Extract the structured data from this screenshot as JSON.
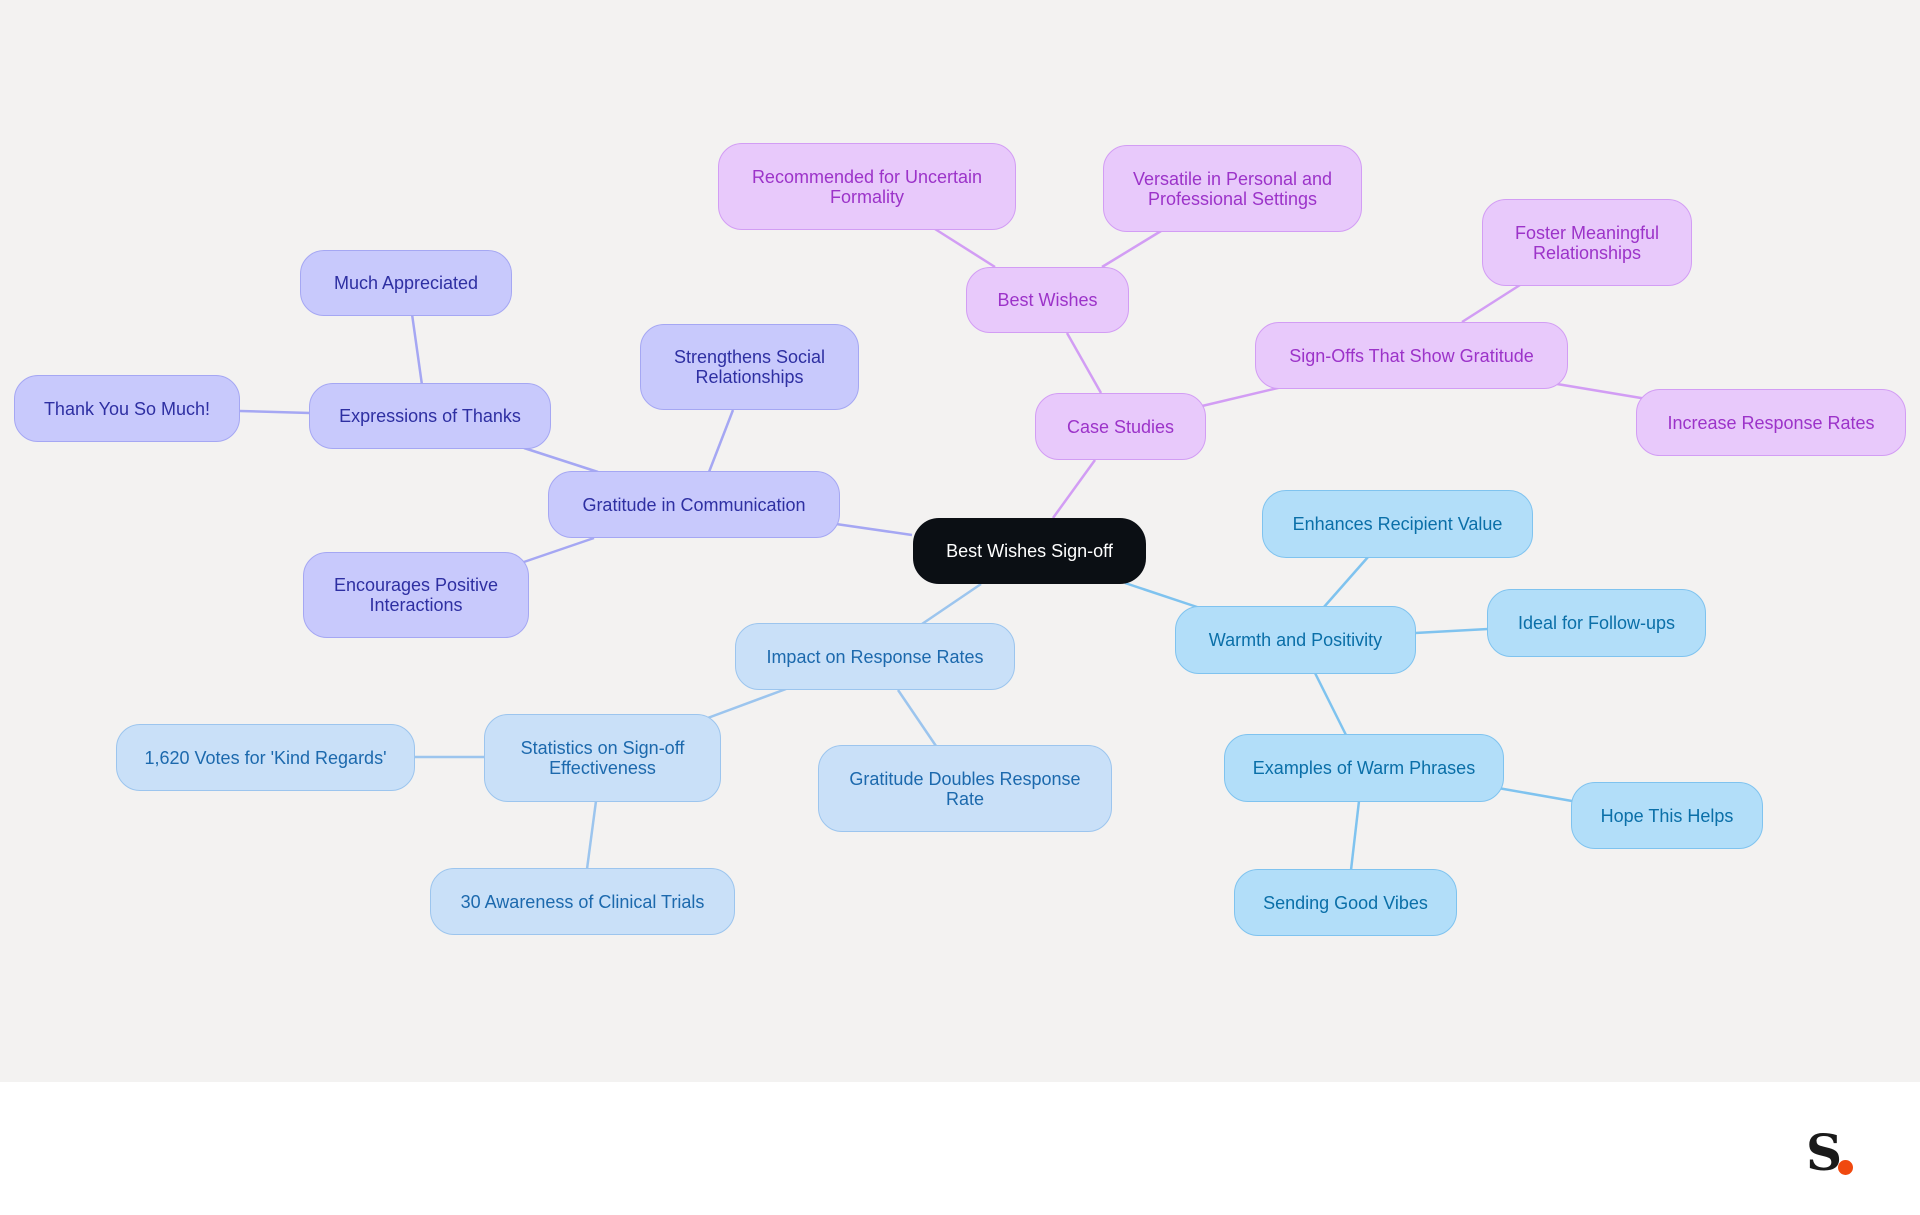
{
  "mindmap": {
    "root": "Best Wishes Sign-off",
    "branches": [
      {
        "label": "Gratitude in Communication",
        "children": [
          {
            "label": "Expressions of Thanks",
            "children": [
              "Much Appreciated",
              "Thank You So Much!"
            ]
          },
          {
            "label": "Strengthens Social Relationships"
          },
          {
            "label": "Encourages Positive Interactions"
          }
        ]
      },
      {
        "label": "Case Studies",
        "children": [
          {
            "label": "Best Wishes",
            "children": [
              "Recommended for Uncertain Formality",
              "Versatile in Personal and Professional Settings"
            ]
          },
          {
            "label": "Sign-Offs That Show Gratitude",
            "children": [
              "Foster Meaningful Relationships",
              "Increase Response Rates"
            ]
          }
        ]
      },
      {
        "label": "Warmth and Positivity",
        "children": [
          {
            "label": "Enhances Recipient Value"
          },
          {
            "label": "Ideal for Follow-ups"
          },
          {
            "label": "Examples of Warm Phrases",
            "children": [
              "Hope This Helps",
              "Sending Good Vibes"
            ]
          }
        ]
      },
      {
        "label": "Impact on Response Rates",
        "children": [
          {
            "label": "Statistics on Sign-off Effectiveness",
            "children": [
              "1,620 Votes for 'Kind Regards'",
              "30 Awareness of Clinical Trials"
            ]
          },
          {
            "label": "Gratitude Doubles Response Rate"
          }
        ]
      }
    ]
  },
  "branding": {
    "logo_text": "S",
    "logo_icon": "s-dot-logo-icon",
    "logo_accent_color": "#f0490f"
  },
  "colors": {
    "canvas": "#f3f2f1",
    "root": "#0b0f14",
    "gratitude_branch": "#c8c9fc",
    "case_studies_branch": "#e8c9fb",
    "warmth_branch": "#b2def9",
    "impact_branch": "#c9e0f8"
  }
}
